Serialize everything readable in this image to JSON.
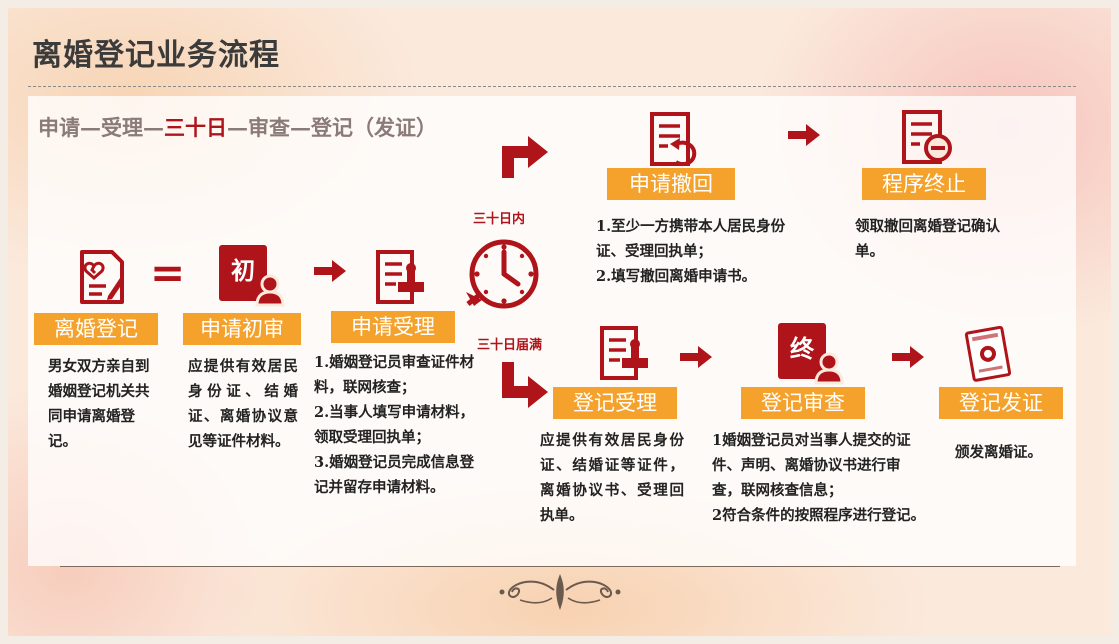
{
  "page_title": "离婚登记业务流程",
  "subtitle": {
    "before": "申请—受理—",
    "highlight": "三十日",
    "after": "—审查—登记（发证）"
  },
  "equals_sign": "=",
  "branch_labels": {
    "within": "三十日内",
    "expired": "三十日届满"
  },
  "steps": {
    "divorce_registration": {
      "label": "离婚登记",
      "desc": "男女双方亲自到婚姻登记机关共同申请离婚登记。"
    },
    "initial_application": {
      "label": "申请初审",
      "icon_text": "初",
      "desc": "应提供有效居民身份证、结婚证、离婚协议意见等证件材料。"
    },
    "application_acceptance": {
      "label": "申请受理",
      "desc": [
        "1.婚姻登记员审查证件材料，联网核查；",
        "2.当事人填写申请材料，领取受理回执单；",
        "3.婚姻登记员完成信息登记并留存申请材料。"
      ]
    },
    "withdraw_application": {
      "label": "申请撤回",
      "desc": [
        "1.至少一方携带本人居民身份证、受理回执单；",
        "2.填写撤回离婚申请书。"
      ]
    },
    "procedure_termination": {
      "label": "程序终止",
      "desc": "领取撤回离婚登记确认单。"
    },
    "registration_acceptance": {
      "label": "登记受理",
      "desc": "应提供有效居民身份证、结婚证等证件，离婚协议书、受理回执单。"
    },
    "registration_review": {
      "label": "登记审查",
      "icon_text": "终",
      "desc": [
        "1婚姻登记员对当事人提交的证件、声明、离婚协议书进行审查，联网核查信息；",
        "2符合条件的按照程序进行登记。"
      ]
    },
    "certificate_issue": {
      "label": "登记发证",
      "desc": "颁发离婚证。"
    }
  },
  "colors": {
    "accent_red": "#b0141b",
    "label_orange": "#f4a22c",
    "title_gray": "#3b3b3b"
  }
}
